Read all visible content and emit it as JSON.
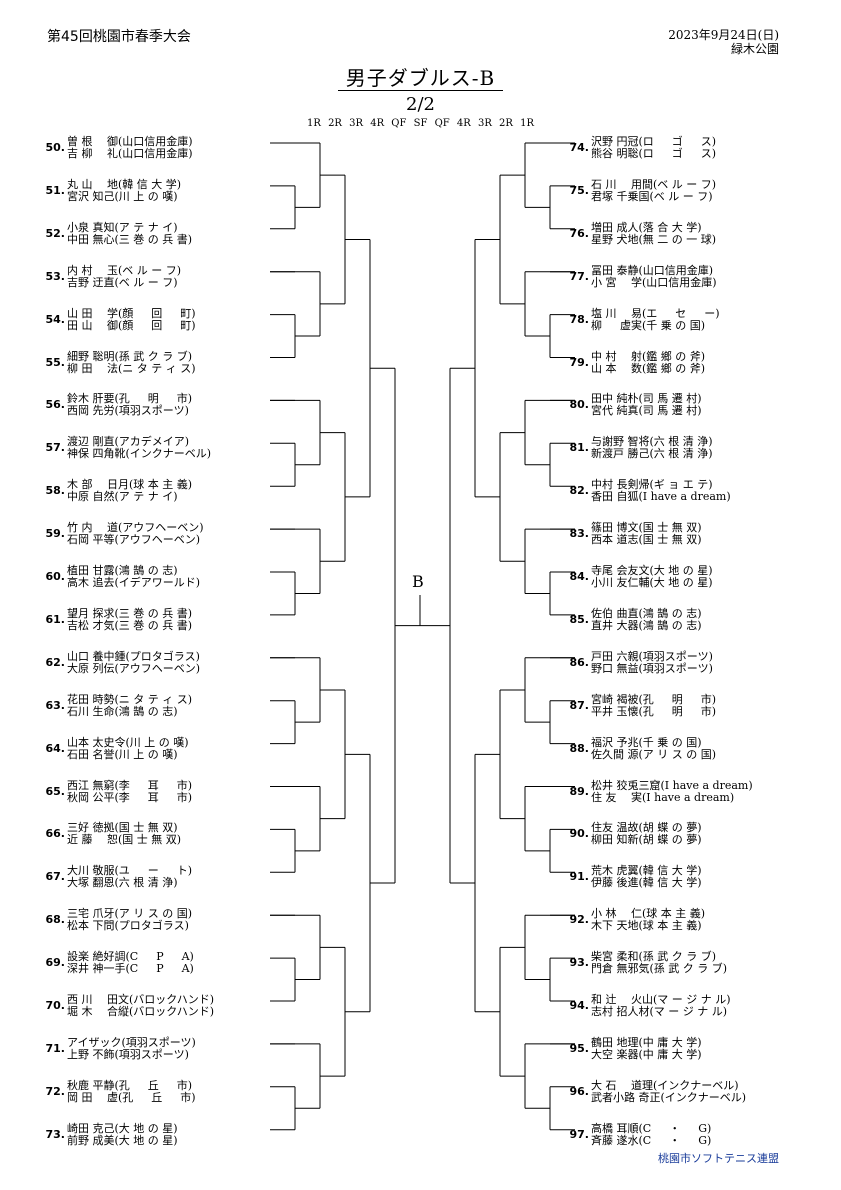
{
  "header": {
    "tournament": "第45回桃園市春季大会",
    "date": "2023年9月24日(日)",
    "venue": "緑木公園"
  },
  "title": "男子ダブルス-B",
  "page": "2/2",
  "rounds_header": "1R 2R 3R 4R QF SF QF 4R 3R 2R 1R",
  "block_label": "B",
  "footer": "桃園市ソフトテニス連盟",
  "left_entries": [
    {
      "no": "50.",
      "p1": "曽 根　 御(山口信用金庫)",
      "p2": "吉 柳　 礼(山口信用金庫)"
    },
    {
      "no": "51.",
      "p1": "丸 山　 地(韓 信 大 学)",
      "p2": "宮沢 知己(川 上 の 嘆)"
    },
    {
      "no": "52.",
      "p1": "小泉 真知(ア テ ナ イ)",
      "p2": "中田 無心(三 巻 の 兵 書)"
    },
    {
      "no": "53.",
      "p1": "内 村　 玉(ベ ル ー フ)",
      "p2": "吉野 迂直(ベ ル ー フ)"
    },
    {
      "no": "54.",
      "p1": "山 田　 学(顔 　 回 　 町)",
      "p2": "田 山　 御(顔 　 回 　 町)"
    },
    {
      "no": "55.",
      "p1": "細野 聡明(孫 武 ク ラ ブ)",
      "p2": "柳 田　 法(ニ タ テ ィ ス)"
    },
    {
      "no": "56.",
      "p1": "鈴木 肝要(孔 　 明 　 市)",
      "p2": "西岡 先労(項羽スポーツ)"
    },
    {
      "no": "57.",
      "p1": "渡辺 剛直(アカデメイア)",
      "p2": "神保 四角靴(インクナーベル)"
    },
    {
      "no": "58.",
      "p1": "木 部　 日月(球 本 主 義)",
      "p2": "中原 自然(ア テ ナ イ)"
    },
    {
      "no": "59.",
      "p1": "竹 内　 道(アウフヘーベン)",
      "p2": "石岡 平等(アウフヘーベン)"
    },
    {
      "no": "60.",
      "p1": "植田 甘露(鴻 鵠 の 志)",
      "p2": "高木 追去(イデアワールド)"
    },
    {
      "no": "61.",
      "p1": "望月 探求(三 巻 の 兵 書)",
      "p2": "吉松 才気(三 巻 の 兵 書)"
    },
    {
      "no": "62.",
      "p1": "山口 養中鍾(プロタゴラス)",
      "p2": "大原 列伝(アウフヘーベン)"
    },
    {
      "no": "63.",
      "p1": "花田 時勢(ニ タ テ ィ ス)",
      "p2": "石川 生命(鴻 鵠 の 志)"
    },
    {
      "no": "64.",
      "p1": "山本 太史令(川 上 の 嘆)",
      "p2": "石田 名誉(川 上 の 嘆)"
    },
    {
      "no": "65.",
      "p1": "西江 無窮(李 　 耳 　 市)",
      "p2": "秋岡 公平(李 　 耳 　 市)"
    },
    {
      "no": "66.",
      "p1": "三好 徳拠(国 士 無 双)",
      "p2": "近 藤　 恕(国 士 無 双)"
    },
    {
      "no": "67.",
      "p1": "大川 敬服(ユ 　 ー 　 ト)",
      "p2": "大塚 翻恩(六 根 清 浄)"
    },
    {
      "no": "68.",
      "p1": "三宅 爪牙(ア リ ス の 国)",
      "p2": "松本 下問(プロタゴラス)"
    },
    {
      "no": "69.",
      "p1": "設楽 絶好調(C 　 P 　 A)",
      "p2": "深井 神一手(C 　 P 　 A)"
    },
    {
      "no": "70.",
      "p1": "西 川　 田文(バロックハンド)",
      "p2": "堀 木　 合縦(バロックハンド)"
    },
    {
      "no": "71.",
      "p1": "アイザック(項羽スポーツ)",
      "p2": "上野 不飾(項羽スポーツ)"
    },
    {
      "no": "72.",
      "p1": "秋鹿 平静(孔 　 丘 　 市)",
      "p2": "岡 田　 虚(孔 　 丘 　 市)"
    },
    {
      "no": "73.",
      "p1": "崎田 克己(大 地 の 星)",
      "p2": "前野 成美(大 地 の 星)"
    }
  ],
  "right_entries": [
    {
      "no": "74.",
      "p1": "沢野 円冠(ロ 　 ゴ 　 ス)",
      "p2": "熊谷 明聡(ロ 　 ゴ 　 ス)"
    },
    {
      "no": "75.",
      "p1": "石 川　 用間(ベ ル ー フ)",
      "p2": "君塚 千乗国(ベ ル ー フ)"
    },
    {
      "no": "76.",
      "p1": "増田 成人(落 合 大 学)",
      "p2": "星野 犬地(無 二 の 一 球)"
    },
    {
      "no": "77.",
      "p1": "冨田 泰静(山口信用金庫)",
      "p2": "小 宮　 学(山口信用金庫)"
    },
    {
      "no": "78.",
      "p1": "塩 川　 易(エ 　 セ 　 ー)",
      "p2": "柳 　 虚実(千 乗 の 国)"
    },
    {
      "no": "79.",
      "p1": "中 村　 射(鑑 鄉 の 斧)",
      "p2": "山 本　 数(鑑 鄉 の 斧)"
    },
    {
      "no": "80.",
      "p1": "田中 純朴(司 馬 遷 村)",
      "p2": "宮代 純真(司 馬 遷 村)"
    },
    {
      "no": "81.",
      "p1": "与謝野 智将(六 根 清 浄)",
      "p2": "新渡戸 勝己(六 根 清 浄)"
    },
    {
      "no": "82.",
      "p1": "中村 長剣帰(ギ ョ エ テ)",
      "p2": "香田 自狐(I have a dream)"
    },
    {
      "no": "83.",
      "p1": "篠田 博文(国 士 無 双)",
      "p2": "西本 道志(国 士 無 双)"
    },
    {
      "no": "84.",
      "p1": "寺尾 会友文(大 地 の 星)",
      "p2": "小川 友仁輔(大 地 の 星)"
    },
    {
      "no": "85.",
      "p1": "佐伯 曲直(鴻 鵠 の 志)",
      "p2": "直井 大器(鴻 鵠 の 志)"
    },
    {
      "no": "86.",
      "p1": "戸田 六親(項羽スポーツ)",
      "p2": "野口 無益(項羽スポーツ)"
    },
    {
      "no": "87.",
      "p1": "宮崎 褐被(孔 　 明 　 市)",
      "p2": "平井 玉懐(孔 　 明 　 市)"
    },
    {
      "no": "88.",
      "p1": "福沢 予兆(千 乗 の 国)",
      "p2": "佐久間 源(ア リ ス の 国)"
    },
    {
      "no": "89.",
      "p1": "松井 狡兎三窟(I have a dream)",
      "p2": "住 友　 実(I have a dream)"
    },
    {
      "no": "90.",
      "p1": "住友 温故(胡 蝶 の 夢)",
      "p2": "柳田 知新(胡 蝶 の 夢)"
    },
    {
      "no": "91.",
      "p1": "荒木 虎翼(韓 信 大 学)",
      "p2": "伊藤 後進(韓 信 大 学)"
    },
    {
      "no": "92.",
      "p1": "小 林　 仁(球 本 主 義)",
      "p2": "木下 天地(球 本 主 義)"
    },
    {
      "no": "93.",
      "p1": "柴宮 柔和(孫 武 ク ラ ブ)",
      "p2": "門倉 無邪気(孫 武 ク ラ ブ)"
    },
    {
      "no": "94.",
      "p1": "和 辻　 火山(マ ー ジ ナ ル)",
      "p2": "志村 招人材(マ ー ジ ナ ル)"
    },
    {
      "no": "95.",
      "p1": "鶴田 地理(中 庸 大 学)",
      "p2": "大空 楽器(中 庸 大 学)"
    },
    {
      "no": "96.",
      "p1": "大 石　 道理(インクナーベル)",
      "p2": "武者小路 奇正(インクナーベル)"
    },
    {
      "no": "97.",
      "p1": "高橋 耳順(C 　 ・ 　 G)",
      "p2": "斉藤 遂水(C 　 ・ 　 G)"
    }
  ]
}
